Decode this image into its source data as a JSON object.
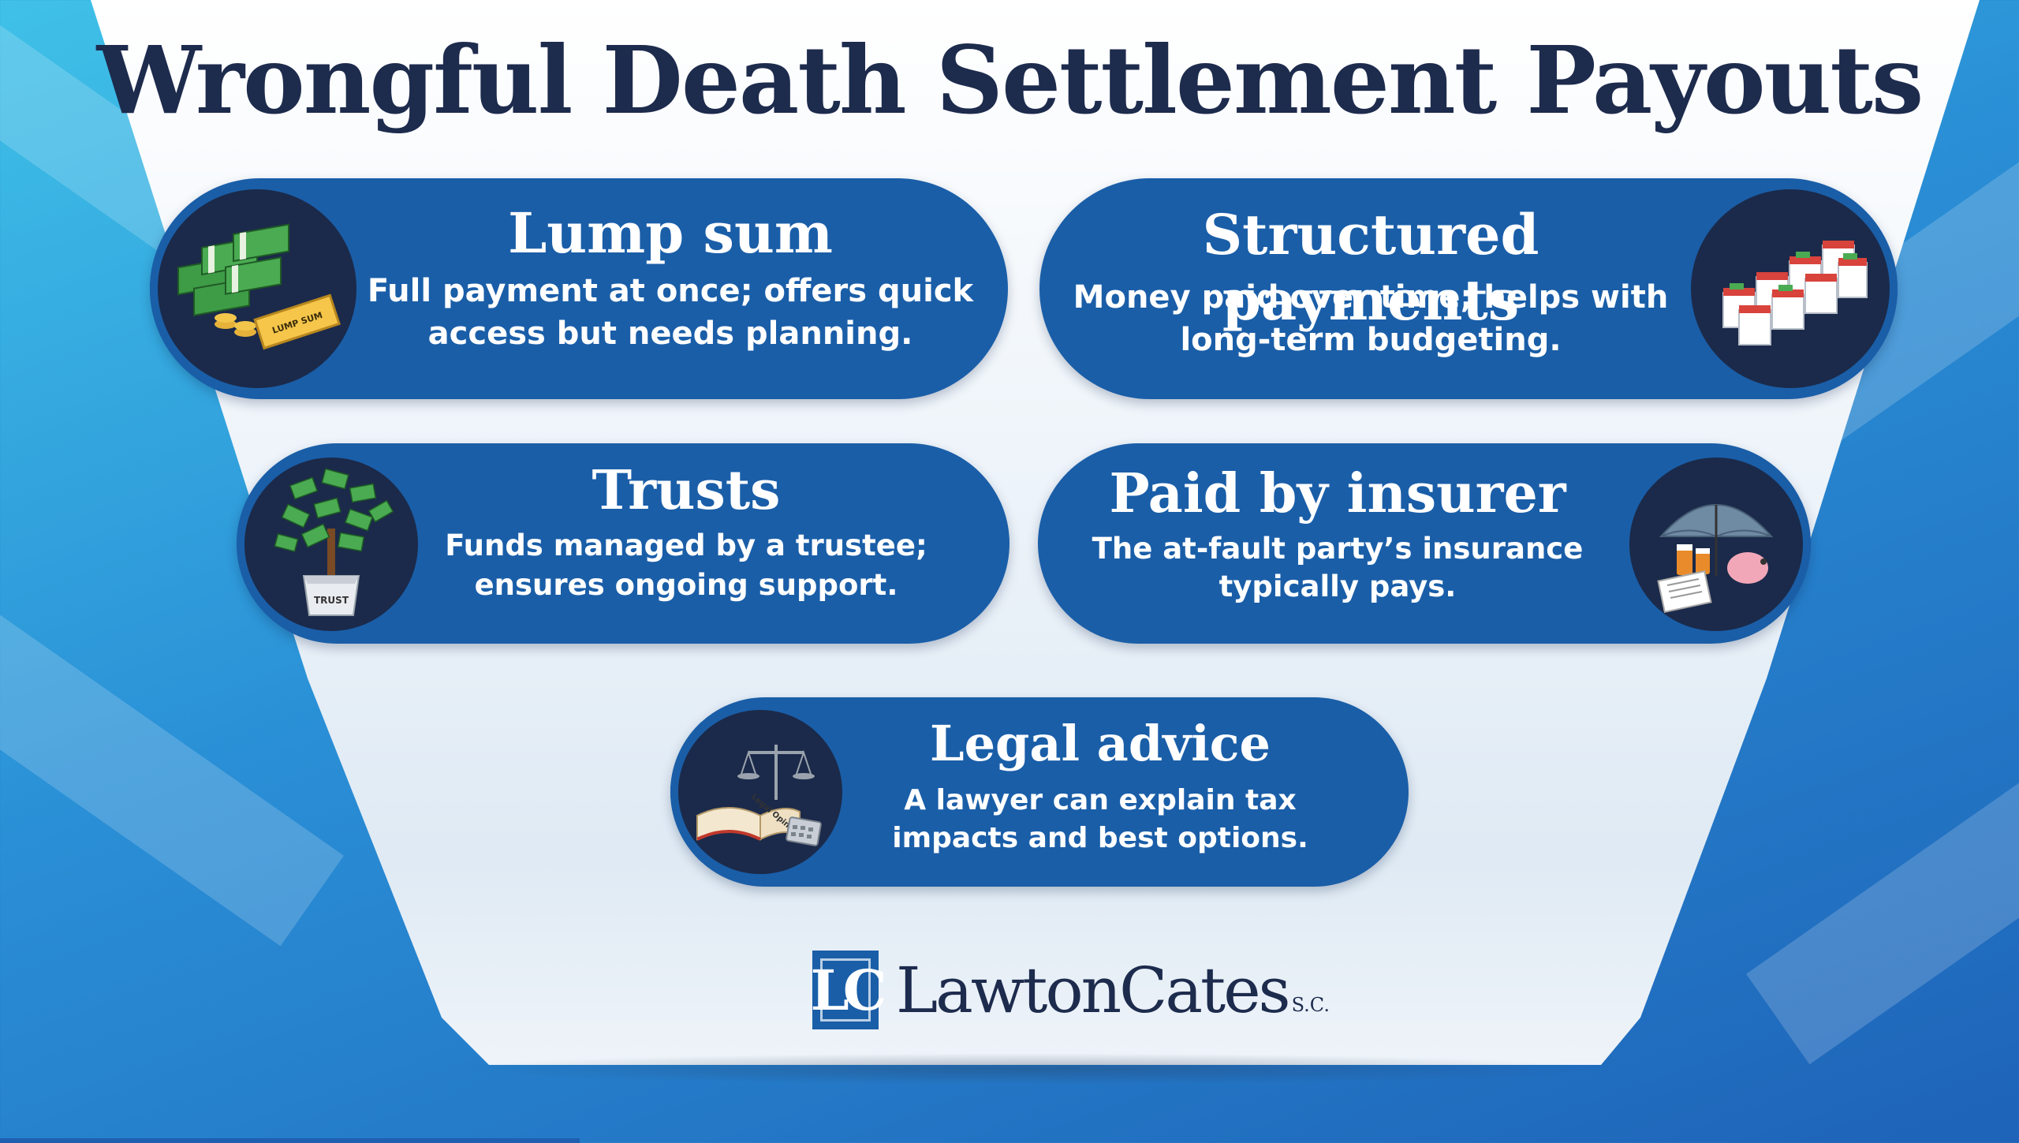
{
  "title": "Wrongful Death Settlement Payouts",
  "cards": [
    {
      "title": "Lump sum",
      "desc_line1": "Full payment at once; offers quick",
      "desc_line2": "access but needs planning.",
      "icon": "money-stack-icon",
      "icon_text": "LUMP SUM"
    },
    {
      "title": "Structured payments",
      "desc_line1": "Money paid over time; helps with",
      "desc_line2": "long-term budgeting.",
      "icon": "calendar-icon"
    },
    {
      "title": "Trusts",
      "desc_line1": "Funds managed by a trustee;",
      "desc_line2": "ensures ongoing support.",
      "icon": "money-tree-icon",
      "icon_text": "TRUST"
    },
    {
      "title": "Paid by insurer",
      "desc_line1": "The at-fault party’s insurance",
      "desc_line2": "typically pays.",
      "icon": "umbrella-insurance-icon"
    },
    {
      "title": "Legal advice",
      "desc_line1": "A lawyer can explain tax",
      "desc_line2": "impacts and best options.",
      "icon": "scales-law-book-icon",
      "icon_text": "Legal Opinion"
    }
  ],
  "logo": {
    "mark": "LC",
    "name": "LawtonCates",
    "suffix": "S.C."
  },
  "colors": {
    "navy": "#1d2b4d",
    "card_blue": "#1a5ea8",
    "icon_bg": "#1b2a4a"
  }
}
